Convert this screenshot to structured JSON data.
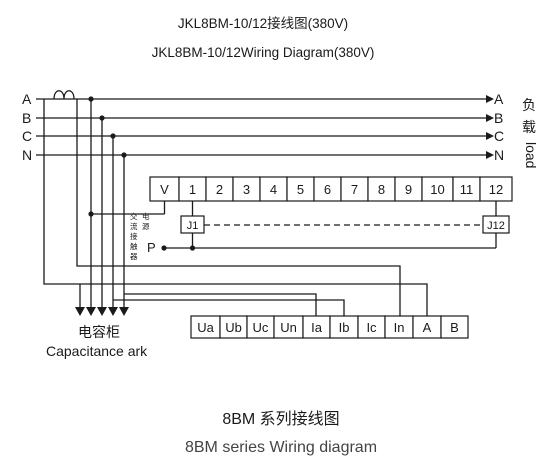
{
  "title": {
    "line1": "JKL8BM-10/12接线图(380V)",
    "line2": "JKL8BM-10/12Wiring Diagram(380V)"
  },
  "phases_left": [
    "A",
    "B",
    "C",
    "N"
  ],
  "phases_right": [
    "A",
    "B",
    "C",
    "N"
  ],
  "load_label": {
    "zh1": "负",
    "zh2": "载",
    "en": "load"
  },
  "relay_terminals": [
    "V",
    "1",
    "2",
    "3",
    "4",
    "5",
    "6",
    "7",
    "8",
    "9",
    "10",
    "11",
    "12"
  ],
  "contactor_labels": {
    "first": "J1",
    "last": "J12"
  },
  "p_label": "P",
  "contactor_note": {
    "col1": [
      "交",
      "流",
      "接",
      "触",
      "器"
    ],
    "col2": [
      "电",
      "源"
    ]
  },
  "bottom_terminals": [
    "Ua",
    "Ub",
    "Uc",
    "Un",
    "Ia",
    "Ib",
    "Ic",
    "In",
    "A",
    "B"
  ],
  "cabinet_label": {
    "zh": "电容柜",
    "en": "Capacitance ark"
  },
  "caption": {
    "zh": "8BM 系列接线图",
    "en": "8BM series Wiring diagram"
  },
  "colors": {
    "line": "#1a1a1a",
    "background": "#ffffff",
    "caption_en": "#444444"
  }
}
